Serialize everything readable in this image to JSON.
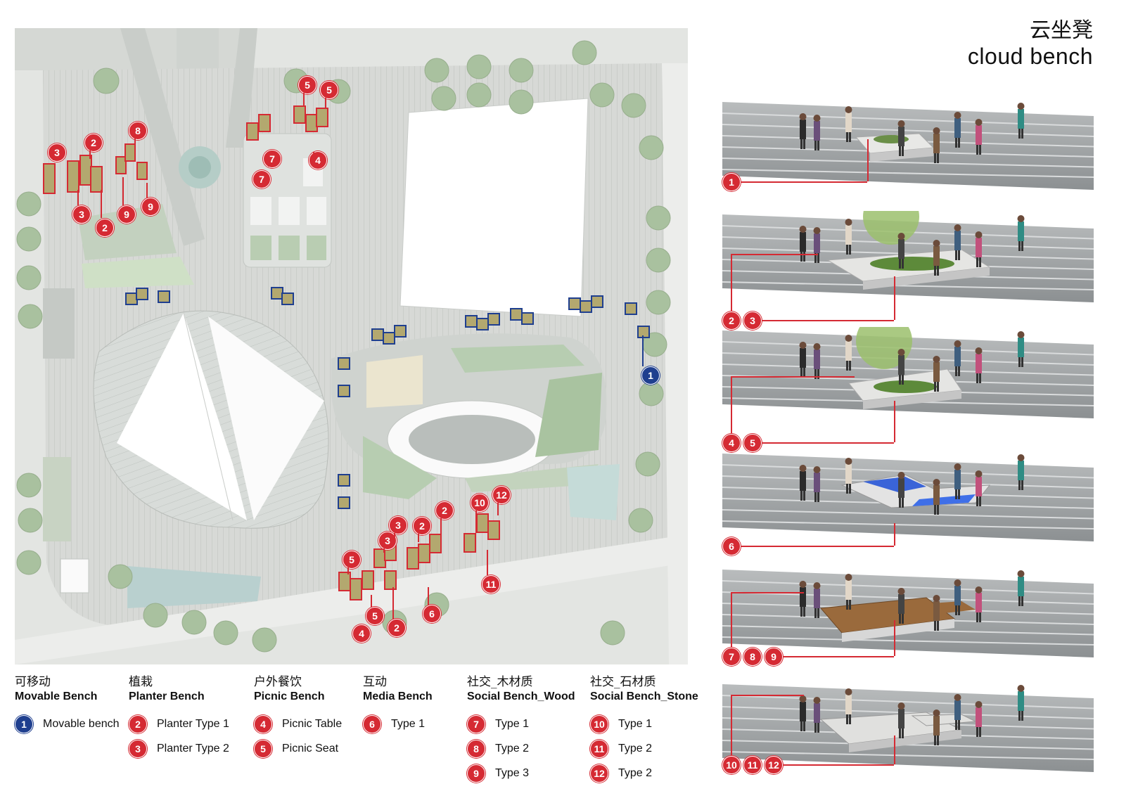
{
  "title": {
    "cn": "云坐凳",
    "en": "cloud bench"
  },
  "colors": {
    "red": "#d52a33",
    "blue": "#1f3f8f",
    "paving": "#d9dbd8",
    "green": "#8fb387"
  },
  "legend": [
    {
      "cn": "可移动",
      "en": "Movable Bench",
      "items": [
        {
          "num": "1",
          "label": "Movable bench",
          "color": "blue"
        }
      ]
    },
    {
      "cn": "植栽",
      "en": "Planter Bench",
      "items": [
        {
          "num": "2",
          "label": "Planter Type 1",
          "color": "red"
        },
        {
          "num": "3",
          "label": "Planter Type 2",
          "color": "red"
        }
      ]
    },
    {
      "cn": "户外餐饮",
      "en": "Picnic Bench",
      "items": [
        {
          "num": "4",
          "label": "Picnic Table",
          "color": "red"
        },
        {
          "num": "5",
          "label": "Picnic Seat",
          "color": "red"
        }
      ]
    },
    {
      "cn": "互动",
      "en": "Media Bench",
      "items": [
        {
          "num": "6",
          "label": "Type 1",
          "color": "red"
        }
      ]
    },
    {
      "cn": "社交_木材质",
      "en": "Social Bench_Wood",
      "items": [
        {
          "num": "7",
          "label": "Type 1",
          "color": "red"
        },
        {
          "num": "8",
          "label": "Type 2",
          "color": "red"
        },
        {
          "num": "9",
          "label": "Type 3",
          "color": "red"
        }
      ]
    },
    {
      "cn": "社交_石材质",
      "en": "Social Bench_Stone",
      "items": [
        {
          "num": "10",
          "label": "Type 1",
          "color": "red"
        },
        {
          "num": "11",
          "label": "Type 2",
          "color": "red"
        },
        {
          "num": "12",
          "label": "Type 2",
          "color": "red"
        }
      ]
    }
  ],
  "vignettes": [
    {
      "name": "vignette-movable-bench",
      "badges": [
        "1"
      ]
    },
    {
      "name": "vignette-planter-bench",
      "badges": [
        "2",
        "3"
      ]
    },
    {
      "name": "vignette-picnic-bench",
      "badges": [
        "4",
        "5"
      ]
    },
    {
      "name": "vignette-media-bench",
      "badges": [
        "6"
      ]
    },
    {
      "name": "vignette-social-wood",
      "badges": [
        "7",
        "8",
        "9"
      ]
    },
    {
      "name": "vignette-social-stone",
      "badges": [
        "10",
        "11",
        "12"
      ]
    }
  ],
  "plan_markers": [
    "3",
    "2",
    "8",
    "3",
    "2",
    "9",
    "9",
    "5",
    "5",
    "7",
    "7",
    "4",
    "1",
    "3",
    "2",
    "3",
    "2",
    "5",
    "5",
    "4",
    "2",
    "6",
    "10",
    "12",
    "11"
  ]
}
